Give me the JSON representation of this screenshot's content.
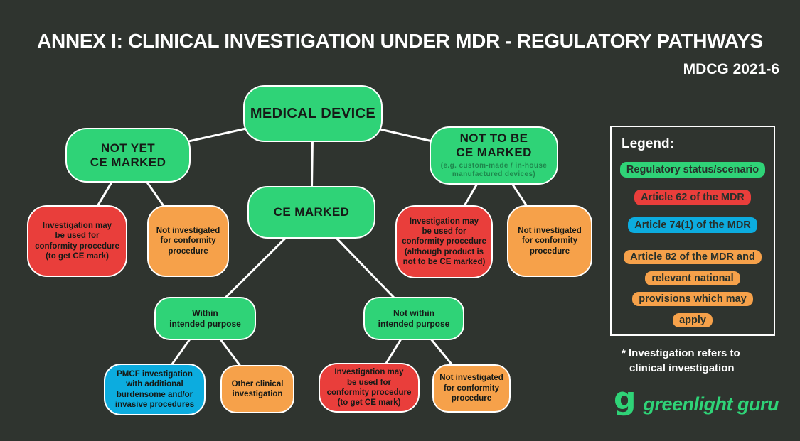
{
  "header": {
    "title": "ANNEX I: CLINICAL INVESTIGATION UNDER MDR - REGULATORY PATHWAYS",
    "subtitle": "MDCG 2021-6"
  },
  "colors": {
    "background": "#2F342F",
    "regulatory_status_green": "#2FD377",
    "article_62_red": "#E93E3B",
    "article_74_blue": "#0CACDF",
    "article_82_orange": "#F6A14A",
    "connector_line": "#FFFFFF"
  },
  "diagram": {
    "nodes": {
      "medical_device": {
        "label": "MEDICAL DEVICE",
        "category": "regulatory-status"
      },
      "not_yet_ce_marked": {
        "label": "NOT YET\nCE MARKED",
        "category": "regulatory-status"
      },
      "not_to_be_ce_marked": {
        "label": "NOT TO BE\nCE MARKED",
        "sublabel": "(e.g. custom-made / in-house\nmanufactured devices)",
        "category": "regulatory-status"
      },
      "ce_marked": {
        "label": "CE MARKED",
        "category": "regulatory-status"
      },
      "not_yet_investigation": {
        "label": "Investigation may\nbe used for\nconformity procedure\n(to get CE mark)",
        "category": "article-62"
      },
      "not_yet_not_investigated": {
        "label": "Not investigated\nfor conformity\nprocedure",
        "category": "article-82"
      },
      "not_to_be_investigation": {
        "label": "Investigation may\nbe used for\nconformity procedure\n(although product is\nnot to be CE marked)",
        "category": "article-62"
      },
      "not_to_be_not_investigated": {
        "label": "Not investigated\nfor conformity\nprocedure",
        "category": "article-82"
      },
      "within_intended_purpose": {
        "label": "Within\nintended purpose",
        "category": "regulatory-status"
      },
      "not_within_intended_purpose": {
        "label": "Not within\nintended purpose",
        "category": "regulatory-status"
      },
      "pmcf_investigation": {
        "label": "PMCF investigation\nwith additional\nburdensome and/or\ninvasive procedures",
        "category": "article-74"
      },
      "other_clinical_investigation": {
        "label": "Other clinical\ninvestigation",
        "category": "article-82"
      },
      "not_within_investigation": {
        "label": "Investigation may\nbe used for\nconformity procedure\n(to get CE mark)",
        "category": "article-62"
      },
      "not_within_not_investigated": {
        "label": "Not investigated\nfor conformity\nprocedure",
        "category": "article-82"
      }
    },
    "edges": [
      [
        "medical_device",
        "not_yet_ce_marked"
      ],
      [
        "medical_device",
        "not_to_be_ce_marked"
      ],
      [
        "medical_device",
        "ce_marked"
      ],
      [
        "not_yet_ce_marked",
        "not_yet_investigation"
      ],
      [
        "not_yet_ce_marked",
        "not_yet_not_investigated"
      ],
      [
        "not_to_be_ce_marked",
        "not_to_be_investigation"
      ],
      [
        "not_to_be_ce_marked",
        "not_to_be_not_investigated"
      ],
      [
        "ce_marked",
        "within_intended_purpose"
      ],
      [
        "ce_marked",
        "not_within_intended_purpose"
      ],
      [
        "within_intended_purpose",
        "pmcf_investigation"
      ],
      [
        "within_intended_purpose",
        "other_clinical_investigation"
      ],
      [
        "not_within_intended_purpose",
        "not_within_investigation"
      ],
      [
        "not_within_intended_purpose",
        "not_within_not_investigated"
      ]
    ]
  },
  "legend": {
    "title": "Legend:",
    "items": [
      {
        "label": "Regulatory status/scenario",
        "color": "#2FD377"
      },
      {
        "label": "Article 62 of the MDR",
        "color": "#E93E3B"
      },
      {
        "label": "Article 74(1) of the MDR",
        "color": "#0CACDF"
      },
      {
        "label": "Article 82 of the MDR and relevant national provisions which may apply",
        "color": "#F6A14A"
      }
    ],
    "note": "* Investigation refers to\nclinical investigation"
  },
  "footer": {
    "brand": "greenlight guru",
    "logo_glyph": "g"
  }
}
